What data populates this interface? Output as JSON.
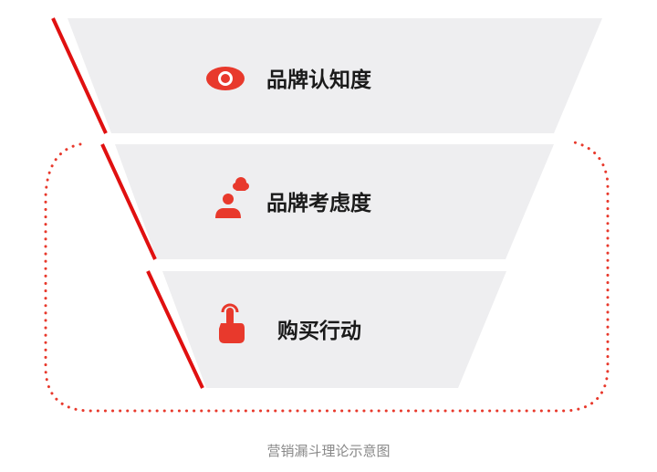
{
  "stages": [
    {
      "label": "品牌认知度",
      "icon": "eye-icon"
    },
    {
      "label": "品牌考虑度",
      "icon": "person-thinking-icon"
    },
    {
      "label": "购买行动",
      "icon": "hand-pointer-icon"
    }
  ],
  "caption": "营销漏斗理论示意图",
  "colors": {
    "accent": "#e8392c",
    "stage_fill": "#eeeef0",
    "red_line": "#e01010",
    "text": "#1a1a1a",
    "caption": "#888888"
  }
}
